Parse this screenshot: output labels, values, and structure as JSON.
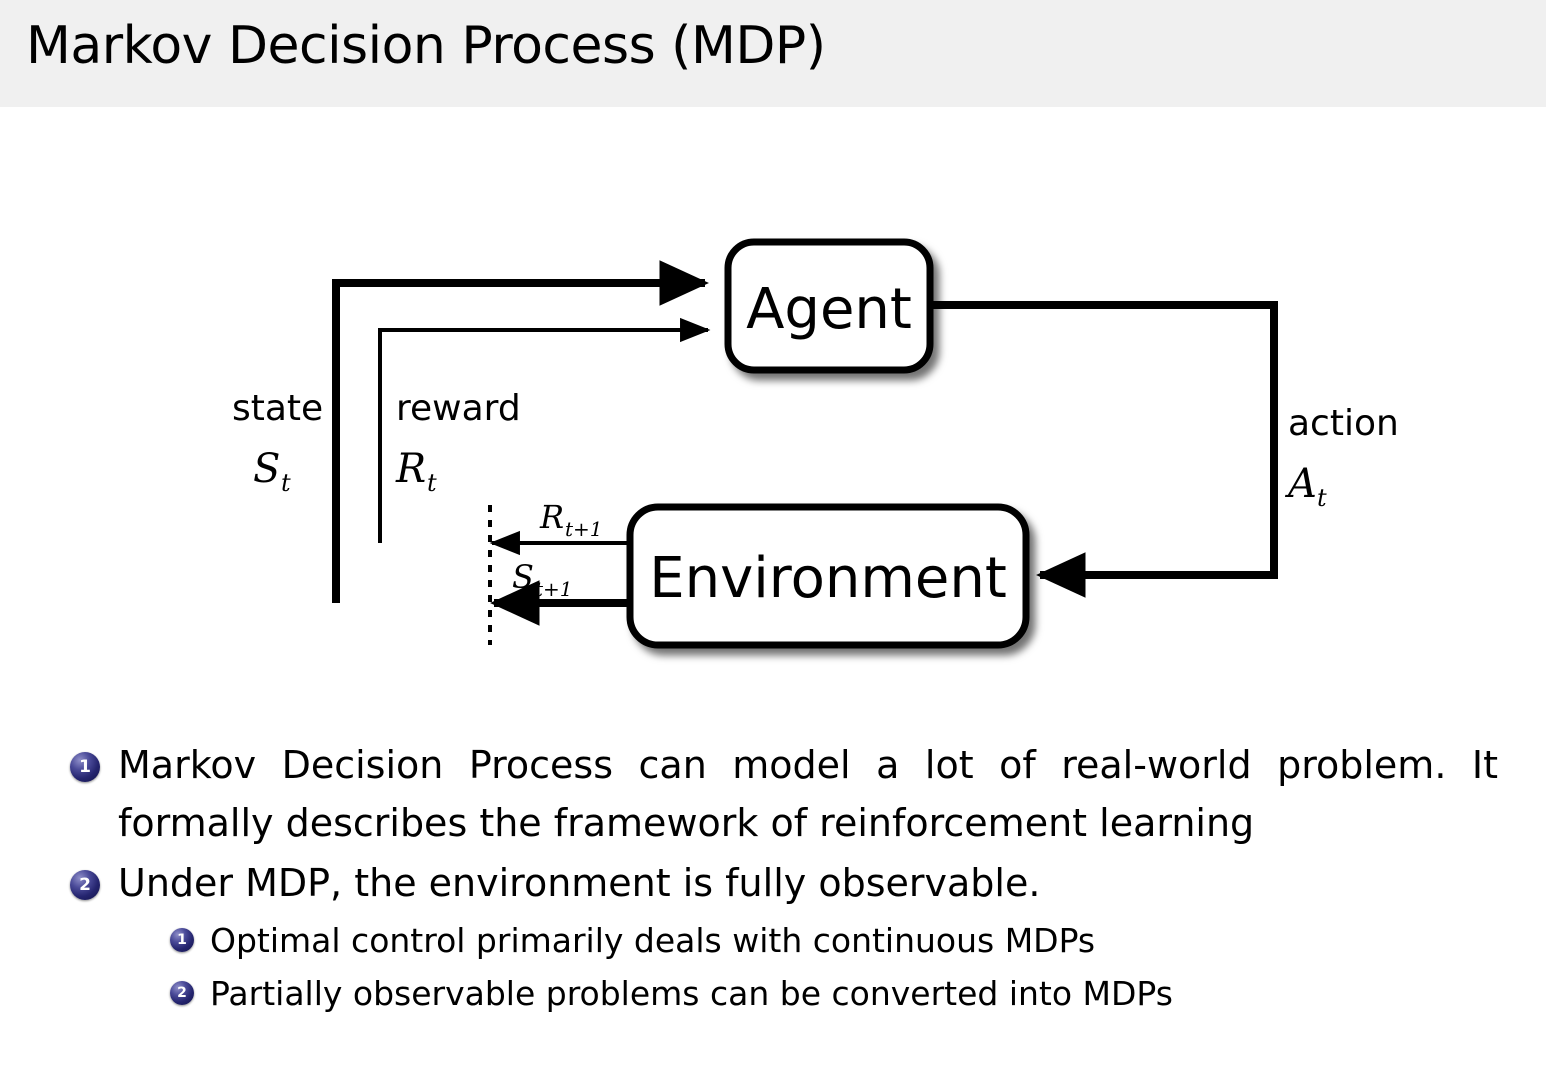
{
  "slide": {
    "title": "Markov Decision Process (MDP)",
    "header_bg": "#f0f0f0",
    "accent": "#25256f"
  },
  "diagram": {
    "name": "agent-environment-interaction-loop",
    "boxes": [
      {
        "id": "agent",
        "label": "Agent"
      },
      {
        "id": "environment",
        "label": "Environment"
      }
    ],
    "labels": {
      "state_word": "state",
      "state_symbol": "S",
      "state_sub": "t",
      "reward_word": "reward",
      "reward_symbol": "R",
      "reward_sub": "t",
      "action_word": "action",
      "action_symbol": "A",
      "action_sub": "t",
      "reward_next_symbol": "R",
      "reward_next_sub": "t+1",
      "state_next_symbol": "S",
      "state_next_sub": "t+1"
    }
  },
  "bullets": [
    {
      "level": 1,
      "number": "1",
      "text": "Markov Decision Process can model a lot of real-world problem. It formally describes the framework of reinforcement learning"
    },
    {
      "level": 1,
      "number": "2",
      "text": "Under MDP, the environment is fully observable."
    },
    {
      "level": 2,
      "number": "1",
      "text": "Optimal control primarily deals with continuous MDPs"
    },
    {
      "level": 2,
      "number": "2",
      "text": "Partially observable problems can be converted into MDPs"
    }
  ]
}
